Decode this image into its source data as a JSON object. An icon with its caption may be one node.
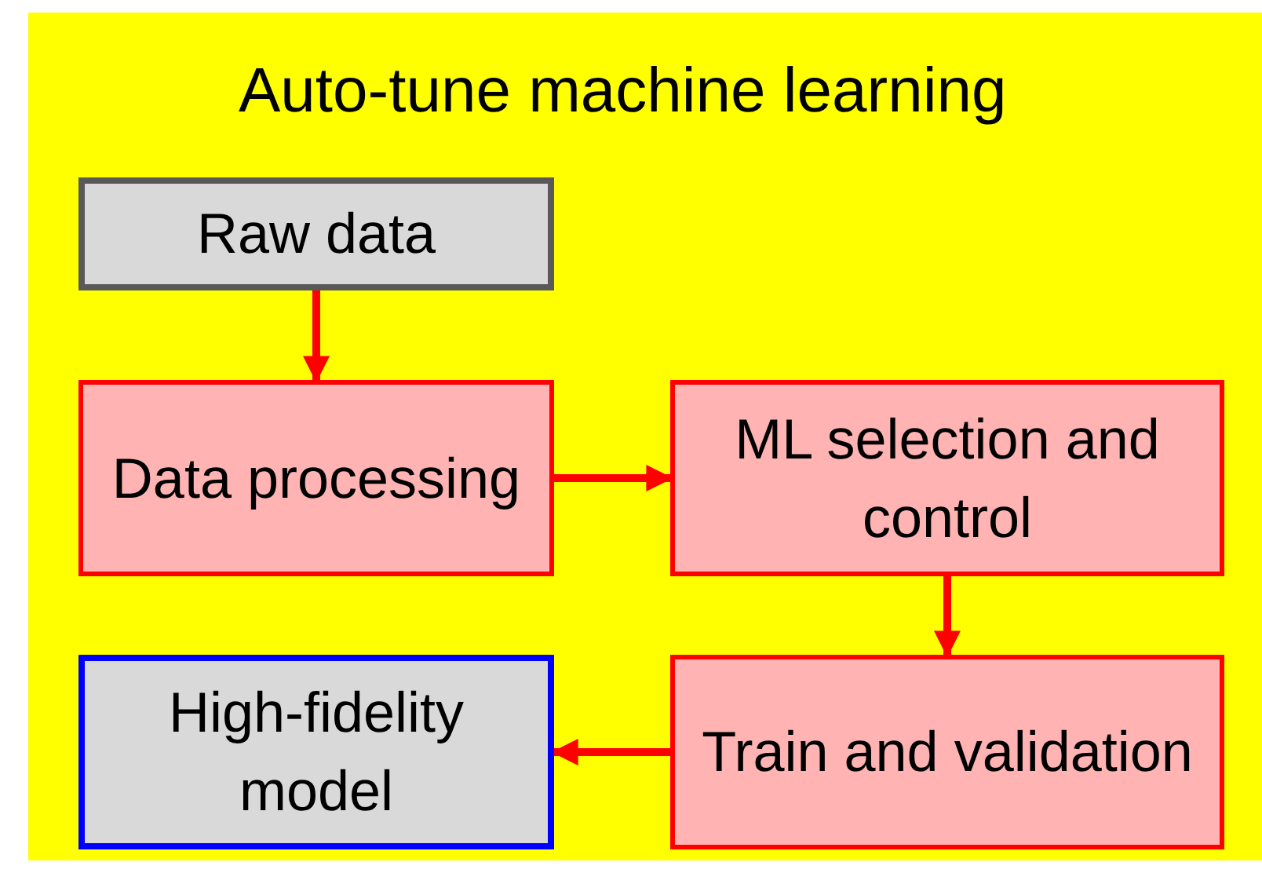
{
  "diagram": {
    "title": "Auto-tune machine learning",
    "nodes": [
      {
        "text": [
          "Raw data"
        ]
      },
      {
        "text": [
          "Data processing"
        ]
      },
      {
        "text": [
          "ML selection and control"
        ]
      },
      {
        "text": [
          "Train and validation"
        ]
      },
      {
        "text": [
          "High-fidelity model"
        ]
      }
    ],
    "edges": [
      {
        "from": 0,
        "to": 1,
        "arrow": "to"
      },
      {
        "from": 1,
        "to": 2,
        "arrow": "to"
      },
      {
        "from": 2,
        "to": 3,
        "arrow": "to"
      },
      {
        "from": 3,
        "to": 4,
        "arrow": "to"
      }
    ]
  }
}
